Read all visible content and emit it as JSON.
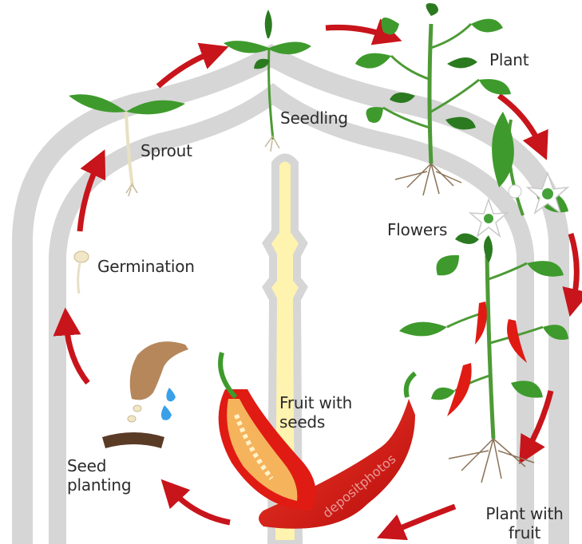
{
  "diagram": {
    "stages": {
      "seedling": "Seedling",
      "sprout": "Sprout",
      "plant": "Plant",
      "flowers": "Flowers",
      "germination": "Germination",
      "fruit_with_seeds": "Fruit with seeds",
      "seed_planting": "Seed planting",
      "plant_with_fruit": "Plant with fruit"
    },
    "watermark": "depositphotos"
  },
  "colors": {
    "arrow": "#c8141b",
    "leaf": "#3e9a2c",
    "leaf_dark": "#2b7a20",
    "chili": "#e01b14",
    "chili_inner": "#f5b35c",
    "arch": "#d3d3d3",
    "spire": "#fff3b0",
    "soil": "#5a3b26",
    "water": "#3aa0e8",
    "hand": "#b5875b",
    "root": "#8a7257"
  },
  "icons": [
    "cycle-arrow-icon",
    "seed-icon",
    "water-drop-icon",
    "hand-icon",
    "soil-icon",
    "chili-pepper-icon",
    "flower-icon",
    "leaf-icon",
    "root-icon"
  ]
}
